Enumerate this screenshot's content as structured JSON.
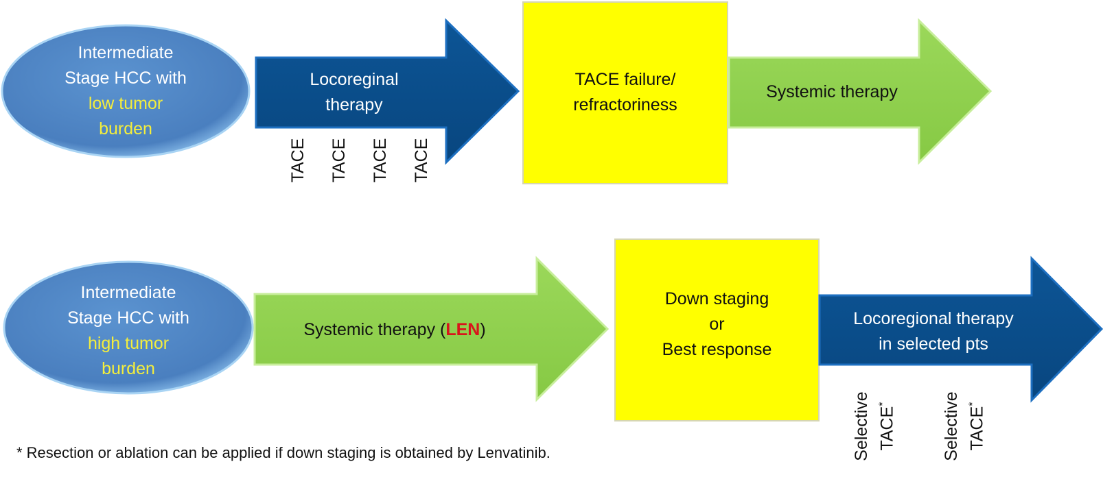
{
  "top_row": {
    "stage_ellipse": {
      "line1": "Intermediate",
      "line2": "Stage HCC with",
      "line3": "low tumor",
      "line4": "burden"
    },
    "locoregional_arrow": {
      "line1": "Locoreginal",
      "line2": "therapy"
    },
    "tace_labels": [
      "TACE",
      "TACE",
      "TACE",
      "TACE"
    ],
    "failure_box": {
      "line1": "TACE failure/",
      "line2": "refractoriness"
    },
    "systemic_arrow": {
      "label": "Systemic therapy"
    }
  },
  "bottom_row": {
    "stage_ellipse": {
      "line1": "Intermediate",
      "line2": "Stage HCC with",
      "line3": "high tumor",
      "line4": "burden"
    },
    "systemic_arrow": {
      "prefix": "Systemic therapy (",
      "drug": "LEN",
      "suffix": ")"
    },
    "response_box": {
      "line1": "Down staging",
      "line2": "or",
      "line3": "Best response"
    },
    "locoregional_arrow": {
      "line1": "Locoregional therapy",
      "line2": "in selected pts"
    },
    "selective_labels": [
      {
        "line1": "Selective",
        "line2": "TACE",
        "mark": "*"
      },
      {
        "line1": "Selective",
        "line2": "TACE",
        "mark": "*"
      }
    ]
  },
  "footnote": "* Resection or ablation can be applied if down staging is obtained by Lenvatinib.",
  "colors": {
    "ellipse_blue": "#4d82c2",
    "dark_blue_arrow": "#0b4e8a",
    "green_arrow": "#8fd14f",
    "yellow_box": "#ffff00",
    "highlight_yellow_text": "#f4ee3c",
    "len_red": "#d9141b"
  }
}
